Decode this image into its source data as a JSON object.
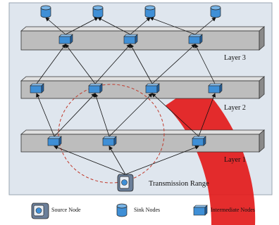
{
  "layers": [
    {
      "label": "Layer 3"
    },
    {
      "label": "Layer 2"
    },
    {
      "label": "Layer 1"
    }
  ],
  "transmission_range_label": "Transmission Range",
  "legend": [
    {
      "icon": "source-node-icon",
      "label": "Source Node"
    },
    {
      "icon": "sink-node-icon",
      "label": "Sink Nodes"
    },
    {
      "icon": "intermediate-node-icon",
      "label": "Intermediate Nodes"
    }
  ],
  "colors": {
    "panel": "#dfe6ee",
    "slab": "#bdbdbd",
    "node": "#3f8fd6",
    "range_circle": "#c0392b",
    "watermark": "#e31b1b"
  }
}
